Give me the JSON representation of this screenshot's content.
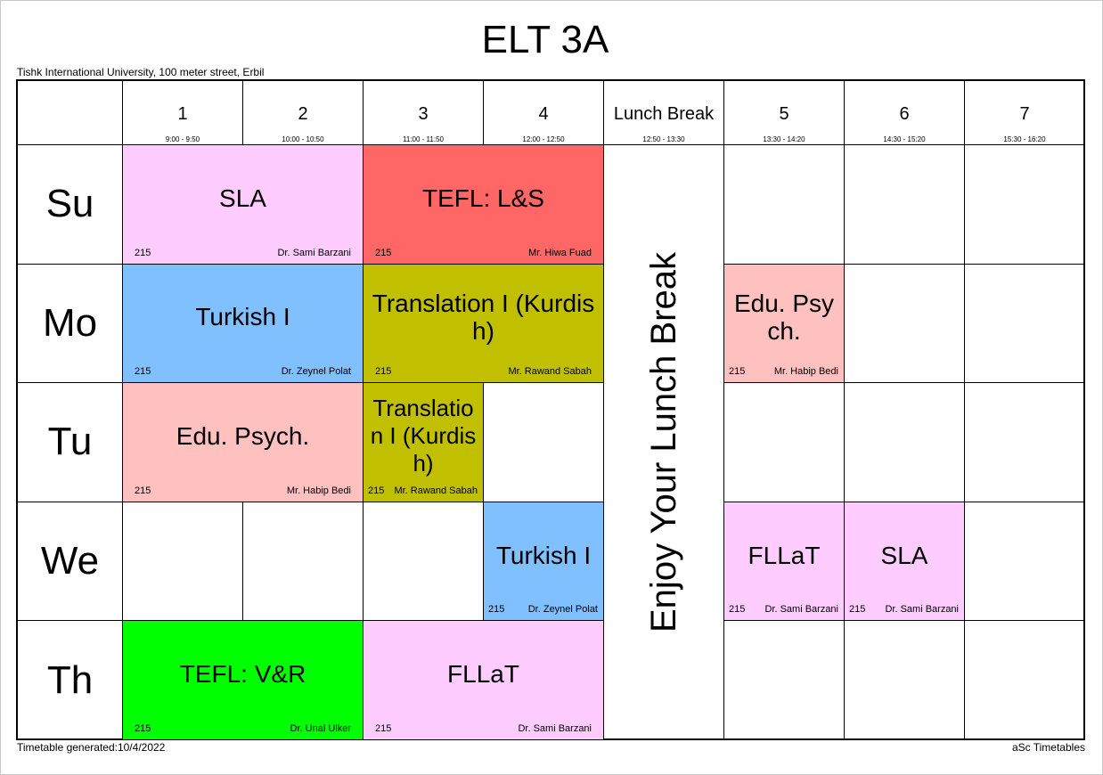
{
  "title": "ELT 3A",
  "school": "Tishk International University, 100 meter street, Erbil",
  "footer": {
    "generated": "Timetable generated:10/4/2022",
    "brand": "aSc Timetables"
  },
  "columns": [
    {
      "label": "1",
      "time": "9:00 - 9:50"
    },
    {
      "label": "2",
      "time": "10:00 - 10:50"
    },
    {
      "label": "3",
      "time": "11:00 - 11:50"
    },
    {
      "label": "4",
      "time": "12:00 - 12:50"
    },
    {
      "label": "Lunch Break",
      "time": "12:50 - 13:30"
    },
    {
      "label": "5",
      "time": "13:30 - 14:20"
    },
    {
      "label": "6",
      "time": "14:30 - 15:20"
    },
    {
      "label": "7",
      "time": "15:30 - 16:20"
    }
  ],
  "days": [
    "Su",
    "Mo",
    "Tu",
    "We",
    "Th"
  ],
  "lunch_text": "Enjoy Your Lunch Break",
  "lessons": [
    {
      "day": 0,
      "col": 0,
      "span": 2,
      "subject": "SLA",
      "room": "215",
      "teacher": "Dr. Sami Barzani",
      "color": "#ffccff"
    },
    {
      "day": 0,
      "col": 2,
      "span": 2,
      "subject": "TEFL: L&S",
      "room": "215",
      "teacher": "Mr. Hiwa Fuad",
      "color": "#ff6666"
    },
    {
      "day": 1,
      "col": 0,
      "span": 2,
      "subject": "Turkish I",
      "room": "215",
      "teacher": "Dr. Zeynel Polat",
      "color": "#80c0ff"
    },
    {
      "day": 1,
      "col": 2,
      "span": 2,
      "subject": "Translation I (Kurdish)",
      "room": "215",
      "teacher": "Mr. Rawand Sabah",
      "color": "#c0c000"
    },
    {
      "day": 1,
      "col": 5,
      "span": 1,
      "subject": "Edu. Psych.",
      "room": "215",
      "teacher": "Mr. Habip Bedi",
      "color": "#ffc0c0"
    },
    {
      "day": 2,
      "col": 0,
      "span": 2,
      "subject": "Edu. Psych.",
      "room": "215",
      "teacher": "Mr. Habip Bedi",
      "color": "#ffc0c0"
    },
    {
      "day": 2,
      "col": 2,
      "span": 1,
      "subject": "Translation I (Kurdish)",
      "room": "215",
      "teacher": "Mr. Rawand Sabah",
      "color": "#c0c000"
    },
    {
      "day": 3,
      "col": 3,
      "span": 1,
      "subject": "Turkish I",
      "room": "215",
      "teacher": "Dr. Zeynel Polat",
      "color": "#80c0ff"
    },
    {
      "day": 3,
      "col": 5,
      "span": 1,
      "subject": "FLLaT",
      "room": "215",
      "teacher": "Dr. Sami Barzani",
      "color": "#ffccff"
    },
    {
      "day": 3,
      "col": 6,
      "span": 1,
      "subject": "SLA",
      "room": "215",
      "teacher": "Dr. Sami Barzani",
      "color": "#ffccff"
    },
    {
      "day": 4,
      "col": 0,
      "span": 2,
      "subject": "TEFL: V&R",
      "room": "215",
      "teacher": "Dr. Unal Ulker",
      "color": "#00ff00"
    },
    {
      "day": 4,
      "col": 2,
      "span": 2,
      "subject": "FLLaT",
      "room": "215",
      "teacher": "Dr. Sami Barzani",
      "color": "#ffccff"
    }
  ]
}
